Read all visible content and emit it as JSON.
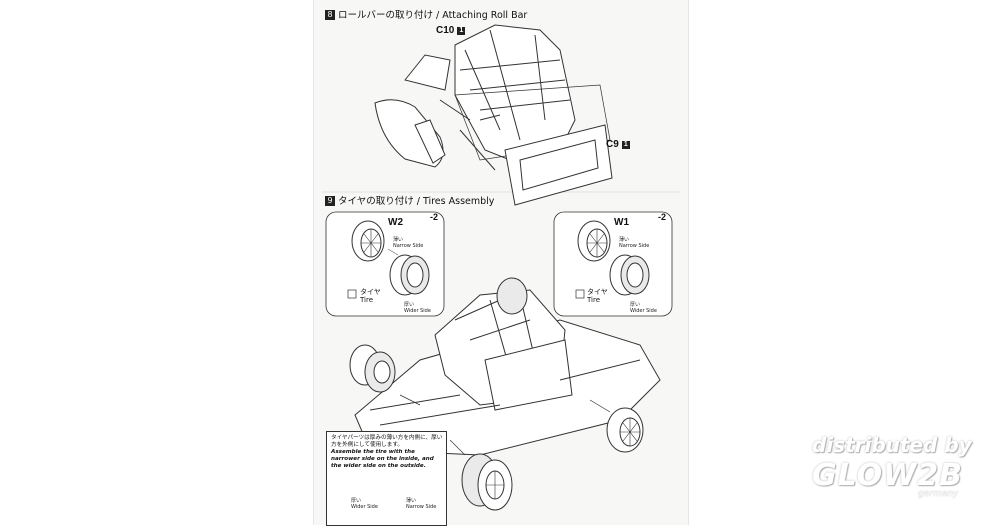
{
  "step8": {
    "number": "8",
    "title": "ロールバーの取り付け / Attaching Roll Bar"
  },
  "step9": {
    "number": "9",
    "title": "タイヤの取り付け / Tires Assembly"
  },
  "parts": {
    "c10": {
      "label": "C10",
      "count": "1"
    },
    "c9": {
      "label": "C9",
      "count": "1"
    },
    "w2": {
      "label": "W2",
      "qty": "-2"
    },
    "w1": {
      "label": "W1",
      "qty": "-2"
    }
  },
  "tire_left": {
    "narrow_jp": "薄い",
    "narrow_en": "Narrow Side",
    "tire_jp": "タイヤ",
    "tire_en": "Tire",
    "wide_jp": "厚い",
    "wide_en": "Wider Side"
  },
  "tire_right": {
    "narrow_jp": "薄い",
    "narrow_en": "Narrow Side",
    "tire_jp": "タイヤ",
    "tire_en": "Tire",
    "wide_jp": "厚い",
    "wide_en": "Wider Side"
  },
  "note": {
    "jp": "タイヤパーツは厚みの薄い方を内側に、厚い方を外側にして使用します。",
    "en": "Assemble the tire with the narrower side on the inside, and the wider side on the outside.",
    "wide_jp": "厚い",
    "wide_en": "Wider Side",
    "narrow_jp": "薄い",
    "narrow_en": "Narrow Side"
  },
  "watermark": {
    "line1": "distributed by",
    "line2": "GLOW2B",
    "line3": "germany"
  }
}
